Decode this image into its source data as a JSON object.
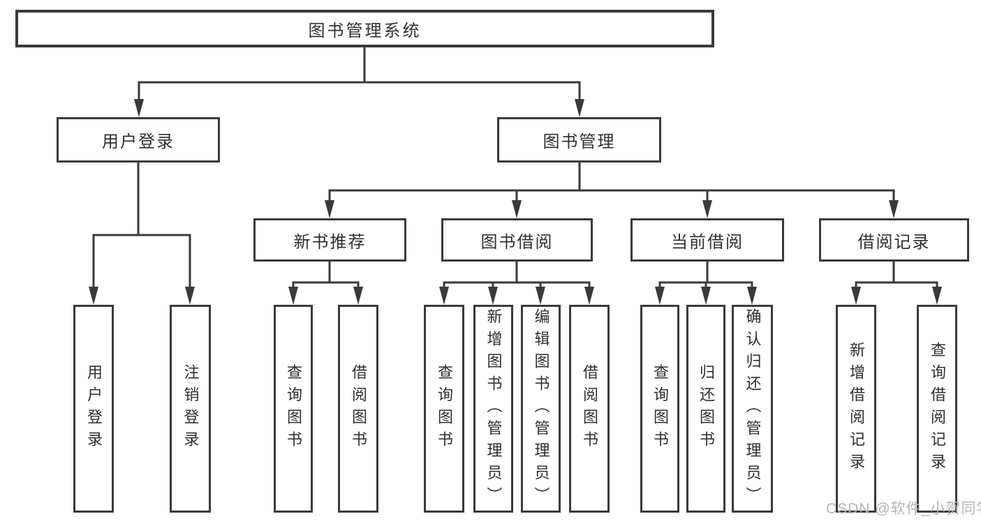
{
  "tree": {
    "root": "图书管理系统",
    "children": [
      {
        "label": "用户登录",
        "leaves": [
          "用户登录",
          "注销登录"
        ]
      },
      {
        "label": "图书管理",
        "children": [
          {
            "label": "新书推荐",
            "leaves": [
              "查询图书",
              "借阅图书"
            ]
          },
          {
            "label": "图书借阅",
            "leaves": [
              "查询图书",
              "新增图书（管理员）",
              "编辑图书（管理员）",
              "借阅图书"
            ]
          },
          {
            "label": "当前借阅",
            "leaves": [
              "查询图书",
              "归还图书",
              "确认归还（管理员）"
            ]
          },
          {
            "label": "借阅记录",
            "leaves": [
              "新增借阅记录",
              "查询借阅记录"
            ]
          }
        ]
      }
    ]
  },
  "watermark": "CSDN @软件_小贺同学",
  "colors": {
    "line": "#3a3a3a",
    "box_border": "#3a3a3a",
    "box_background": "#ffffff",
    "text": "#2f2f2f",
    "watermark": "#b5b5b6",
    "page_background": "#ffffff"
  }
}
